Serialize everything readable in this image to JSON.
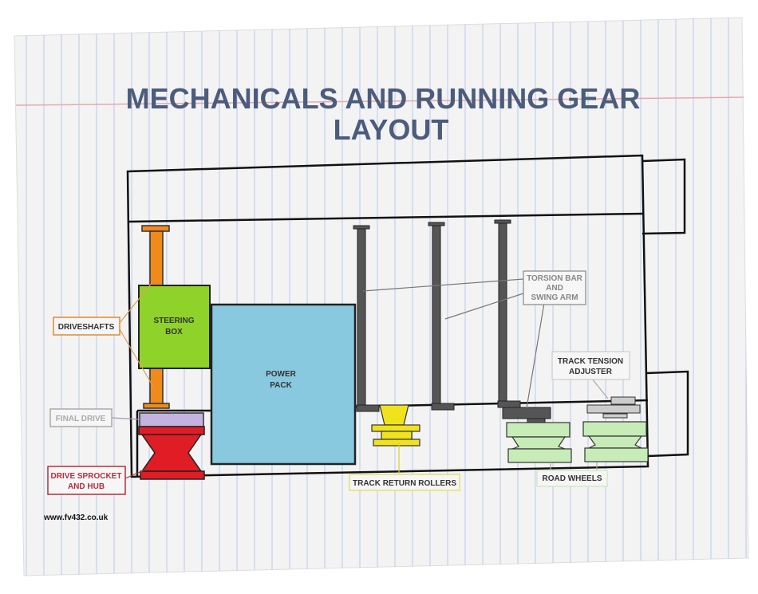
{
  "title": {
    "line1": "MECHANICALS AND RUNNING GEAR",
    "line2": "LAYOUT"
  },
  "components": {
    "steering_box": {
      "line1": "STEERING",
      "line2": "BOX"
    },
    "power_pack": {
      "line1": "POWER",
      "line2": "PACK"
    }
  },
  "labels": {
    "driveshafts": "DRIVESHAFTS",
    "final_drive": "FINAL DRIVE",
    "drive_sprocket": {
      "line1": "DRIVE SPROCKET",
      "line2": "AND HUB"
    },
    "torsion_bar": {
      "line1": "TORSION BAR",
      "line2": "AND",
      "line3": "SWING ARM"
    },
    "track_tension": {
      "line1": "TRACK TENSION",
      "line2": "ADJUSTER"
    },
    "track_return_rollers": "TRACK RETURN ROLLERS",
    "road_wheels": "ROAD WHEELS"
  },
  "footer": {
    "website": "www.fv432.co.uk"
  },
  "colors": {
    "title": "#4b5c7c",
    "driveshaft": "#f08a1c",
    "steering_box": "#8fd22a",
    "power_pack": "#88c9e0",
    "final_drive": "#c4b2e0",
    "sprocket": "#e01c24",
    "torsion_bar": "#555555",
    "roller": "#f0e21c",
    "road_wheel": "#c8ecb8"
  }
}
